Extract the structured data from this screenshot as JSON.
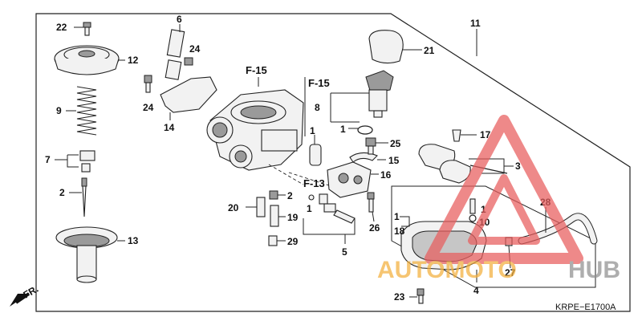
{
  "diagram": {
    "code": "KRPE−E1700A",
    "front_marker": "FR.",
    "refs": {
      "f15a": "F-15",
      "f15b": "F-15",
      "f13": "F-13"
    },
    "callouts": {
      "c1a": "1",
      "c1b": "1",
      "c1c": "1",
      "c1d": "1",
      "c2a": "2",
      "c2b": "2",
      "c3": "3",
      "c4": "4",
      "c5": "5",
      "c6": "6",
      "c7": "7",
      "c8": "8",
      "c9": "9",
      "c10": "10",
      "c11": "11",
      "c12": "12",
      "c13": "13",
      "c14": "14",
      "c15": "15",
      "c16": "16",
      "c17": "17",
      "c18": "18",
      "c19": "19",
      "c20": "20",
      "c21": "21",
      "c22": "22",
      "c23": "23",
      "c24a": "24",
      "c24b": "24",
      "c25": "25",
      "c26": "26",
      "c27": "27",
      "c28": "28",
      "c29": "29"
    }
  },
  "watermark": {
    "part1": "AUTOMOTO",
    "part2": "HUB"
  },
  "colors": {
    "watermark_red": "#e85d5d",
    "watermark_orange": "#f3b03c",
    "watermark_gray": "#8f8f8f"
  }
}
